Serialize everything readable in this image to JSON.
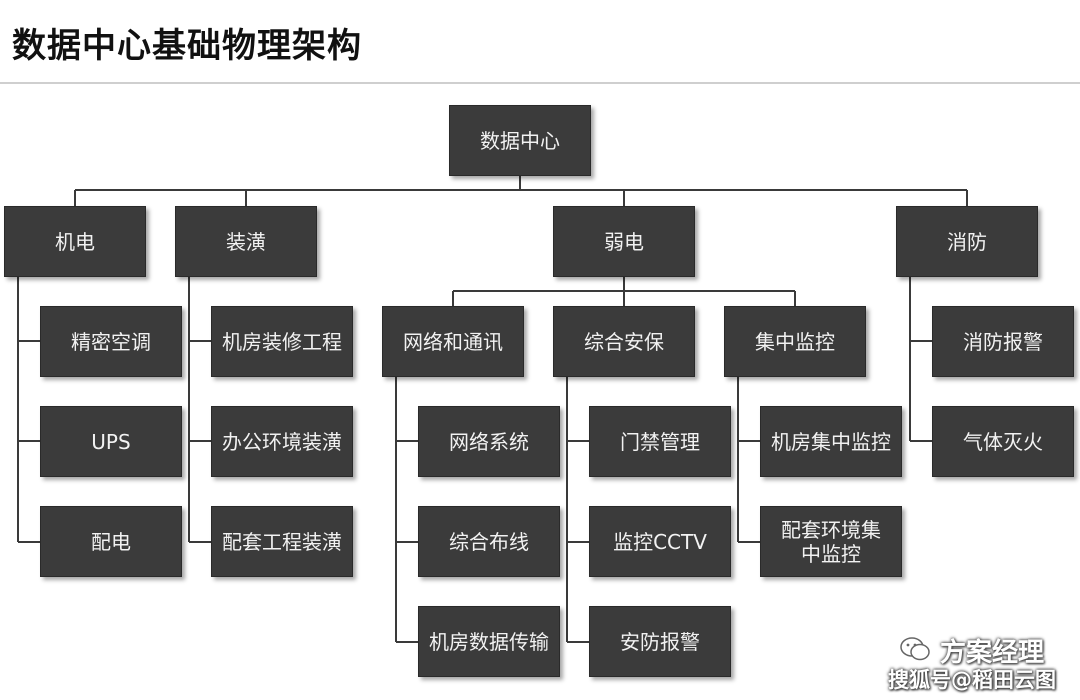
{
  "title": "数据中心基础物理架构",
  "nodes": {
    "root": "数据中心",
    "jidian": "机电",
    "zhuangpin": "装潢",
    "ruodian": "弱电",
    "xiaofang": "消防",
    "jingmi": "精密空调",
    "ups": "UPS",
    "peidian": "配电",
    "jifang_zhuangxiu": "机房装修工程",
    "bangong": "办公环境装潢",
    "peitao_gongcheng": "配套工程装潢",
    "wangluo_tongxun": "网络和通讯",
    "zonghe_anbao": "综合安保",
    "jizhong_jiankong": "集中监控",
    "wangluo_xitong": "网络系统",
    "zonghe_buxian": "综合布线",
    "jifang_shuju": "机房数据传输",
    "menjin": "门禁管理",
    "cctv": "监控CCTV",
    "anfang": "安防报警",
    "jifang_jizhong": "机房集中监控",
    "peitao_huanjing": "配套环境集中监控",
    "xiaofang_baojing": "消防报警",
    "qiti": "气体灭火"
  },
  "watermark": {
    "line1": "方案经理",
    "line2": "搜狐号@稻田云图"
  }
}
